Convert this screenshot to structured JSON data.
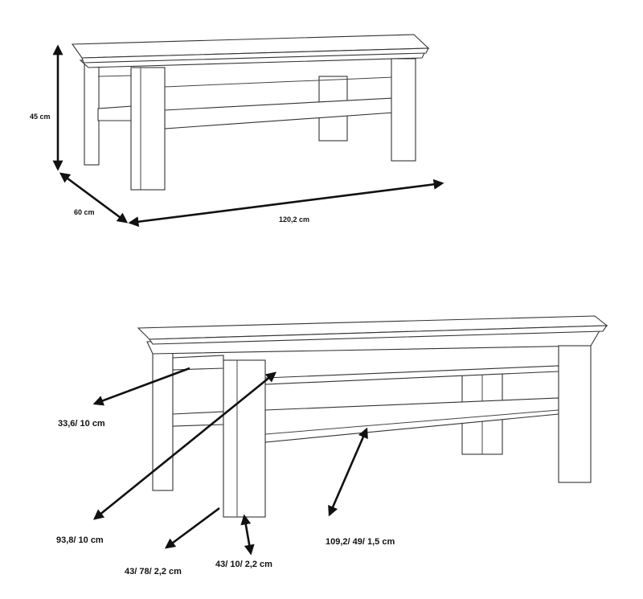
{
  "top_view": {
    "height_label": "45 cm",
    "depth_label": "60 cm",
    "width_label": "120,2 cm"
  },
  "parts_view": {
    "apron_label": "33,6/ 10 cm",
    "long_apron_label": "93,8/ 10 cm",
    "leg_label": "43/ 78/ 2,2 cm",
    "leg_strip_label": "43/ 10/ 2,2 cm",
    "shelf_label": "109,2/ 49/ 1,5 cm"
  }
}
